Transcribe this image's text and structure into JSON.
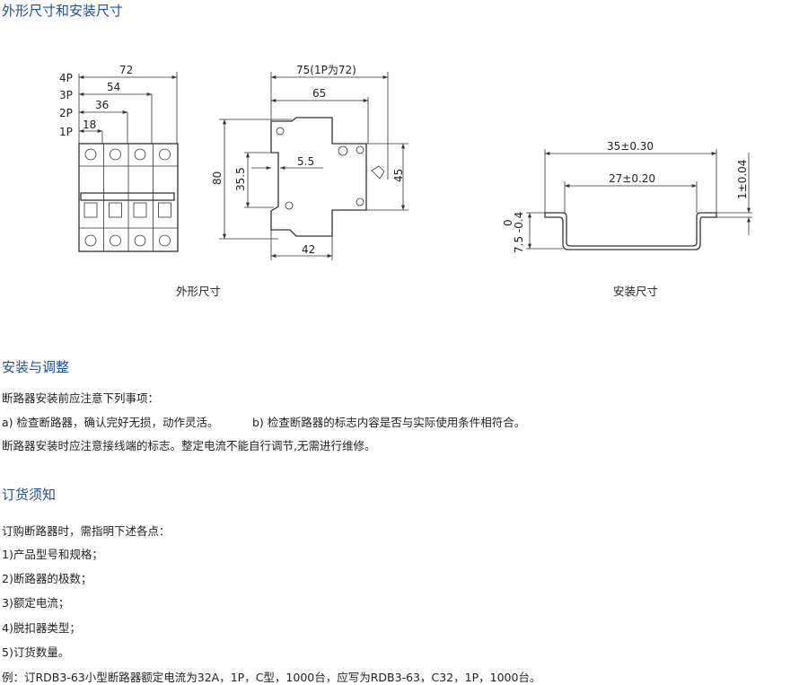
{
  "section1": {
    "title": "外形尺寸和安装尺寸",
    "front": {
      "poles": [
        "4P",
        "3P",
        "2P",
        "1P"
      ],
      "widths": [
        "72",
        "54",
        "36",
        "18"
      ]
    },
    "side": {
      "overall": "75(1P为72)",
      "depth": "65",
      "height": "80",
      "rail": "35.5",
      "offset": "5.5",
      "face": "45",
      "base": "42"
    },
    "rail": {
      "outer": "35±0.30",
      "inner": "27±0.20",
      "thickness": "1±0.04",
      "depth_top": "0",
      "depth": "7.5 -0.4"
    },
    "caption_outline": "外形尺寸",
    "caption_mount": "安装尺寸"
  },
  "section2": {
    "title": "安装与调整",
    "lines": [
      "断路器安装前应注意下列事项：",
      "a) 检查断路器，确认完好无损，动作灵活。",
      "b) 检查断路器的标志内容是否与实际使用条件相符合。",
      "断路器安装时应注意接线端的标志。整定电流不能自行调节,无需进行维修。"
    ]
  },
  "section3": {
    "title": "订货须知",
    "lines": [
      "订购断路器时，需指明下述各点：",
      "1)产品型号和规格；",
      "2)断路器的极数；",
      "3)额定电流；",
      "4)脱扣器类型；",
      "5)订货数量。",
      "例：订RDB3-63小型断路器额定电流为32A，1P，C型，1000台，应写为RDB3-63，C32，1P，1000台。"
    ]
  }
}
